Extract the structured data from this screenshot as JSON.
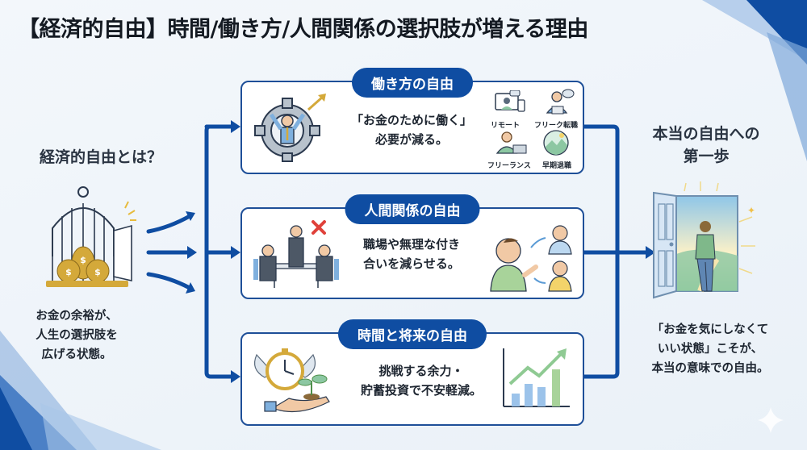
{
  "title": "【経済的自由】時間/働き方/人間関係の選択肢が増える理由",
  "left": {
    "heading": "経済的自由とは？",
    "description_lines": [
      "お金の余裕が、",
      "人生の選択肢を",
      "広げる状態。"
    ],
    "icon": "money-cage-icon"
  },
  "cards": [
    {
      "badge": "働き方の自由",
      "text_lines": [
        "「お金のために働く」",
        "必要が減る。"
      ],
      "icon": "gear-person-icon",
      "options": [
        {
          "label": "リモート",
          "icon": "remote-work-icon"
        },
        {
          "label": "フリーク転職",
          "icon": "job-change-icon"
        },
        {
          "label": "フリーランス",
          "icon": "freelance-icon"
        },
        {
          "label": "早期退職",
          "icon": "early-retirement-icon"
        }
      ]
    },
    {
      "badge": "人間関係の自由",
      "text_lines": [
        "職場や無理な付き",
        "合いを減らせる。"
      ],
      "icon": "stressed-meeting-icon",
      "right_icon": "choose-people-icon"
    },
    {
      "badge": "時間と将来の自由",
      "text_lines": [
        "挑戦する余力・",
        "貯蓄投資で不安軽減。"
      ],
      "icon": "winged-clock-sprout-icon",
      "right_icon": "growth-chart-icon"
    }
  ],
  "right": {
    "heading_lines": [
      "本当の自由への",
      "第一歩"
    ],
    "description_lines": [
      "「お金を気にしなくて",
      "いい状態」こそが、",
      "本当の意味での自由。"
    ],
    "icon": "open-door-icon"
  },
  "colors": {
    "accent": "#0f4da2",
    "card_border": "#1e4f98",
    "background": "#eef4fa",
    "gold": "#d4a93a"
  }
}
